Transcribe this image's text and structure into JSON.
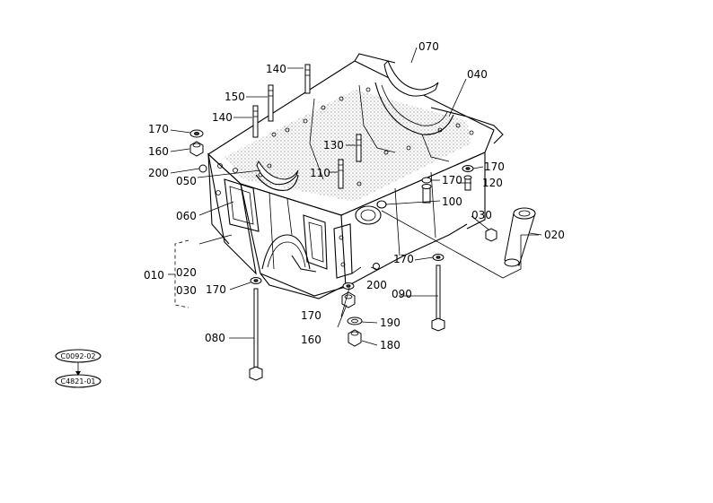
{
  "labels": {
    "p070": "070",
    "p040": "040",
    "p140a": "140",
    "p150": "150",
    "p140b": "140",
    "p170a": "170",
    "p160a": "160",
    "p130": "130",
    "p110": "110",
    "p200a": "200",
    "p050": "050",
    "p170b": "170",
    "p170c": "170",
    "p120": "120",
    "p100": "100",
    "p060": "060",
    "p030a": "030",
    "p020a": "020",
    "p010": "010",
    "p020b": "020",
    "p030b": "030",
    "p170d": "170",
    "p170e": "170",
    "p200b": "200",
    "p090": "090",
    "p170f": "170",
    "p190": "190",
    "p160b": "160",
    "p180": "180",
    "p080": "080"
  },
  "refs": {
    "top": "C0092-02",
    "bottom": "C4821-01"
  }
}
